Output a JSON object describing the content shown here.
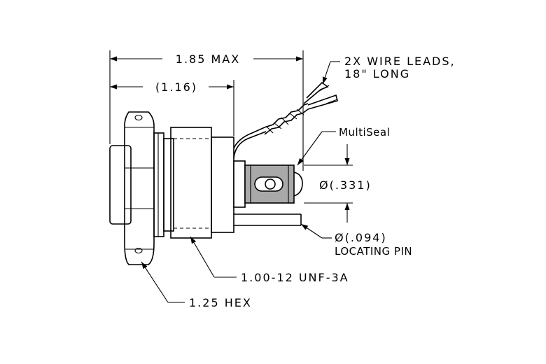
{
  "dimensions": {
    "overall_length": "1.85 MAX",
    "body_length": "(1.16)",
    "seal_diameter": "Ø(.331)",
    "thread": "1.00-12 UNF-3A",
    "hex": "1.25 HEX"
  },
  "callouts": {
    "wire_leads_line1": "2X WIRE LEADS,",
    "wire_leads_line2": "18\" LONG",
    "multiseal": "MultiSeal",
    "pin_line1": "Ø(.094)",
    "pin_line2": "LOCATING PIN"
  }
}
